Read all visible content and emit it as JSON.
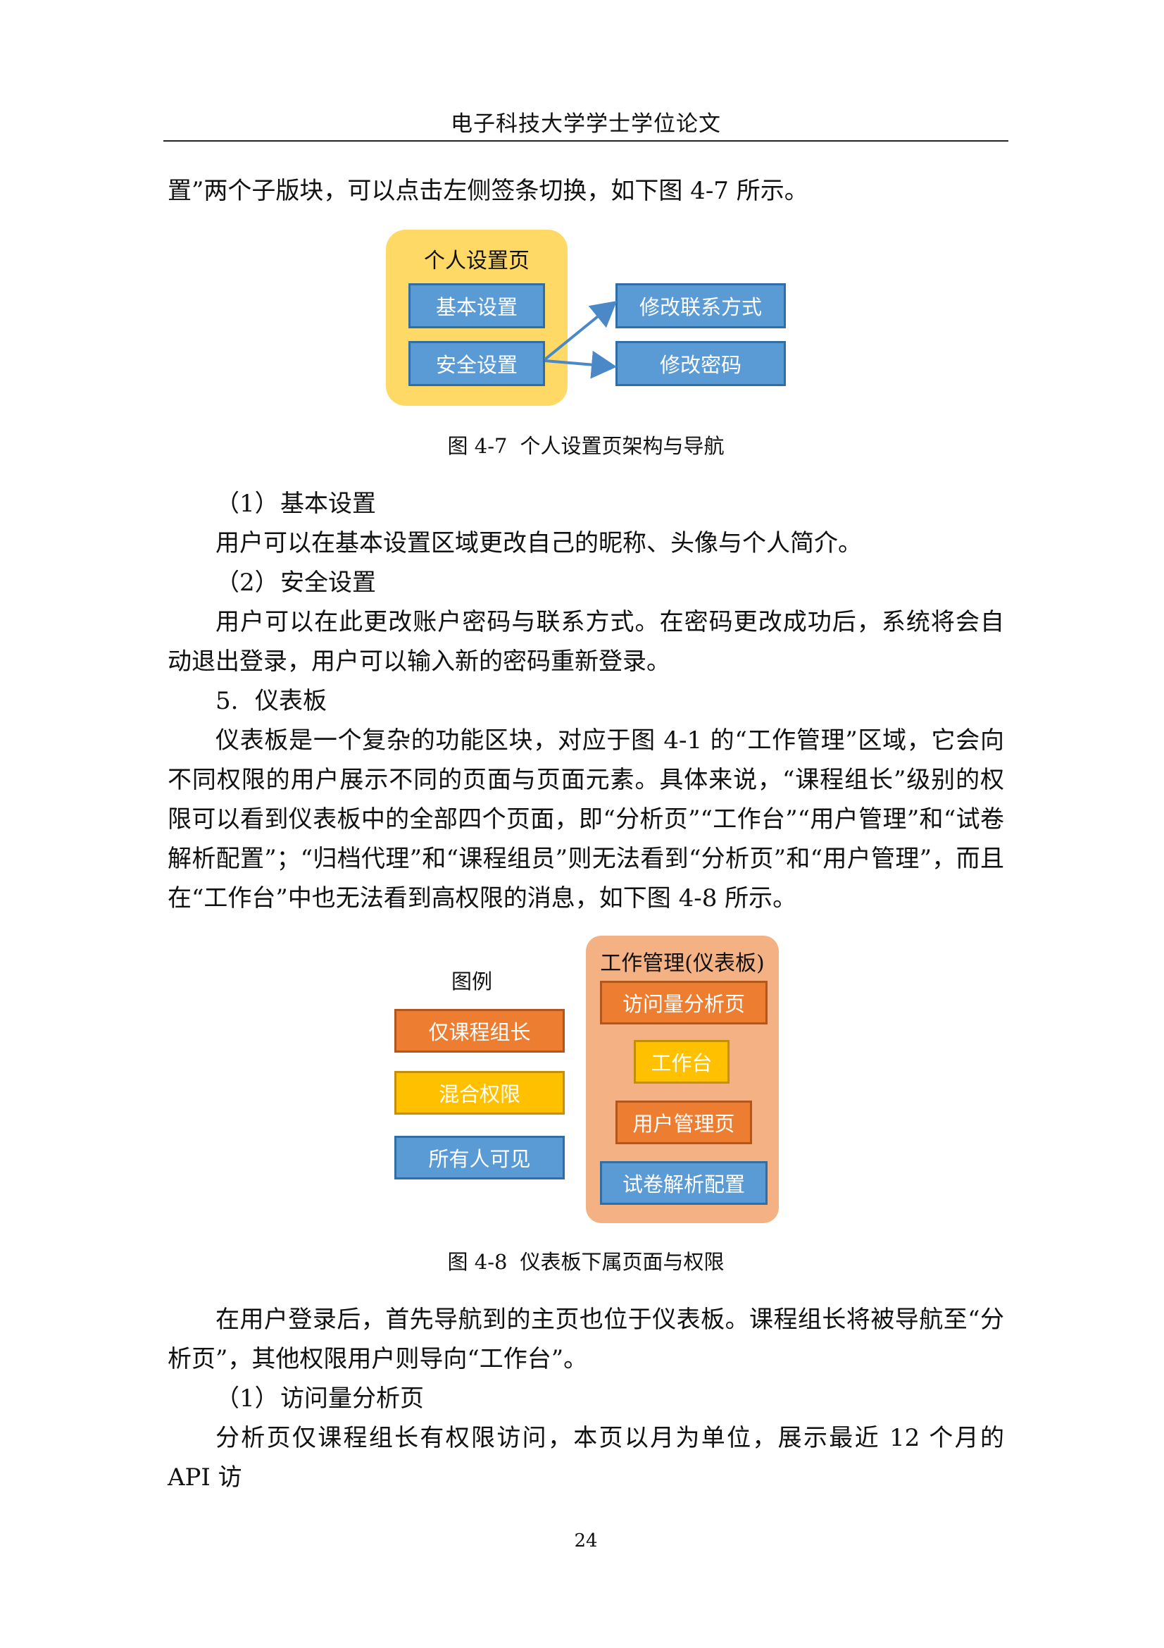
{
  "header": {
    "title": "电子科技大学学士学位论文"
  },
  "paragraphs": {
    "p1": "置”两个子版块，可以点击左侧签条切换，如下图 4-7 所示。",
    "h1_num": "（1）",
    "h1_text": "基本设置",
    "p2": "用户可以在基本设置区域更改自己的昵称、头像与个人简介。",
    "h2_num": "（2）",
    "h2_text": "安全设置",
    "p3": "用户可以在此更改账户密码与联系方式。在密码更改成功后，系统将会自动退出登录，用户可以输入新的密码重新登录。",
    "h3_num": "5.",
    "h3_text": "仪表板",
    "p4": "仪表板是一个复杂的功能区块，对应于图 4-1 的“工作管理”区域，它会向不同权限的用户展示不同的页面与页面元素。具体来说，“课程组长”级别的权限可以看到仪表板中的全部四个页面，即“分析页”“工作台”“用户管理”和“试卷解析配置”；“归档代理”和“课程组员”则无法看到“分析页”和“用户管理”，而且在“工作台”中也无法看到高权限的消息，如下图 4-8 所示。",
    "p5": "在用户登录后，首先导航到的主页也位于仪表板。课程组长将被导航至“分析页”，其他权限用户则导向“工作台”。",
    "h4_num": "（1）",
    "h4_text": "访问量分析页",
    "p6": "分析页仅课程组长有权限访问，本页以月为单位，展示最近 12 个月的 API 访"
  },
  "figure1": {
    "group_title": "个人设置页",
    "basic": "基本设置",
    "security": "安全设置",
    "contact": "修改联系方式",
    "password": "修改密码",
    "caption_num": "图 4-7",
    "caption_text": "个人设置页架构与导航"
  },
  "figure2": {
    "legend_title": "图例",
    "legend_leader": "仅课程组长",
    "legend_mixed": "混合权限",
    "legend_all": "所有人可见",
    "group_title": "工作管理(仪表板)",
    "page_analysis": "访问量分析页",
    "page_workbench": "工作台",
    "page_users": "用户管理页",
    "page_exam": "试卷解析配置",
    "caption_num": "图 4-8",
    "caption_text": "仪表板下属页面与权限"
  },
  "colors": {
    "blue": "#5b9bd5",
    "orange": "#ed7d31",
    "yellow": "#ffc000",
    "group_yellow": "#ffd966",
    "group_peach": "#f4b183"
  },
  "footer": {
    "page_number": "24"
  }
}
